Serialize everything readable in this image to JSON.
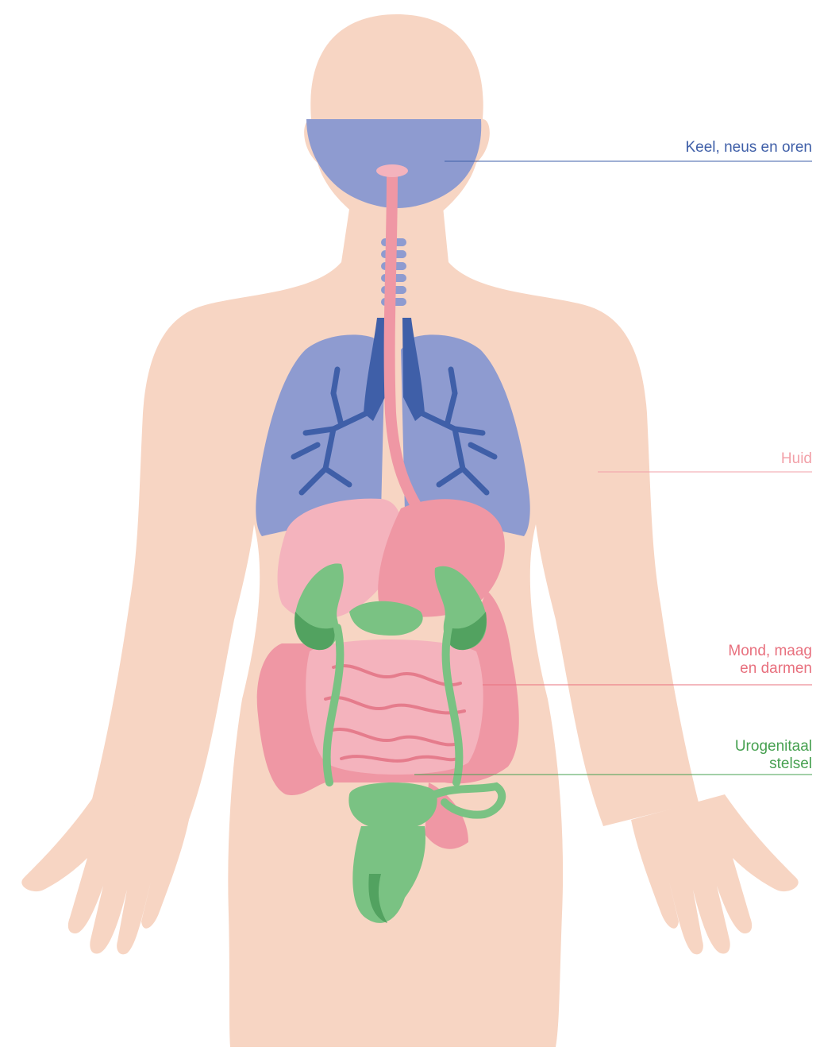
{
  "colors": {
    "skin": "#f7d5c3",
    "ent": "#8e9bd0",
    "airway_dark": "#3f5fa8",
    "gi": "#ef97a4",
    "gi_light": "#f4b3bd",
    "uro": "#7ac283",
    "uro_dark": "#52a260",
    "label_ent": "#3f5fa8",
    "label_skin": "#f2a0a8",
    "label_gi": "#e8707e",
    "label_uro": "#46a050"
  },
  "labels": {
    "ent": "Keel, neus en oren",
    "skin": "Huid",
    "gi_line1": "Mond, maag",
    "gi_line2": "en darmen",
    "uro_line1": "Urogenitaal",
    "uro_line2": "stelsel"
  }
}
